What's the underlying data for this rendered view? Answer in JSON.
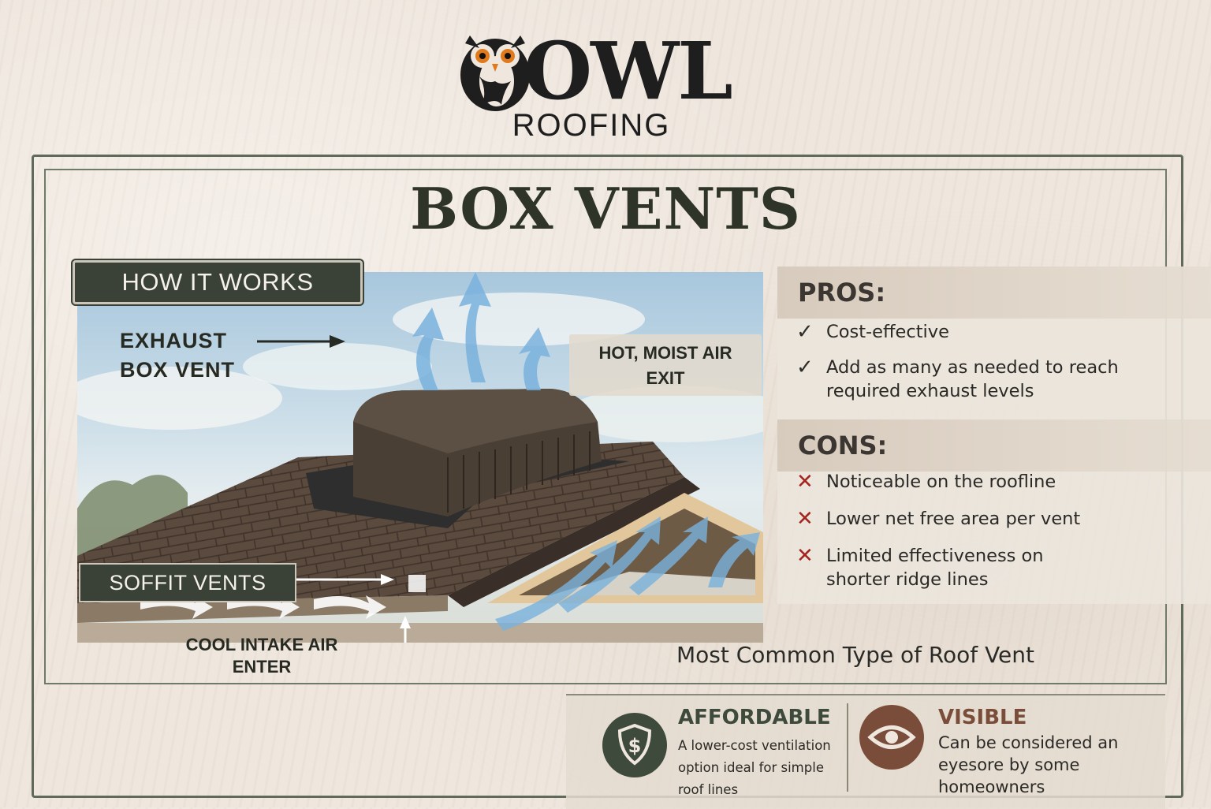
{
  "brand": {
    "wordmark": "OWL",
    "subtitle": "ROOFING"
  },
  "title": "BOX VENTS",
  "diagram": {
    "how_it_works": "HOW IT WORKS",
    "exhaust_label_line1": "EXHAUST",
    "exhaust_label_line2": "BOX VENT",
    "hot_air_line1": "HOT, MOIST AIR",
    "hot_air_line2": "EXIT",
    "soffit_label": "SOFFIT VENTS",
    "cool_air_line1": "COOL INTAKE AIR",
    "cool_air_line2": "ENTER"
  },
  "pros": {
    "heading": "PROS:",
    "items": [
      "Cost-effective",
      "Add as many as needed to reach required exhaust levels"
    ]
  },
  "cons": {
    "heading": "CONS:",
    "items": [
      "Noticeable on the roofline",
      "Lower net free area per vent",
      "Limited effectiveness on shorter ridge lines"
    ]
  },
  "tagline": "Most Common Type of Roof Vent",
  "features": [
    {
      "icon": "dollar-shield-icon",
      "title": "AFFORDABLE",
      "text": "A lower-cost ventilation option ideal for simple roof lines",
      "color": "#3d4a3c"
    },
    {
      "icon": "eye-icon",
      "title": "VISIBLE",
      "text": "Can be considered an eyesore by some homeowners",
      "color": "#7a4d3a"
    }
  ],
  "colors": {
    "dark_green": "#3a4136",
    "check": "#2d2d2a",
    "cross": "#a3231e",
    "shingle": "#5b4a3e",
    "airflow": "#6fa9d6"
  }
}
